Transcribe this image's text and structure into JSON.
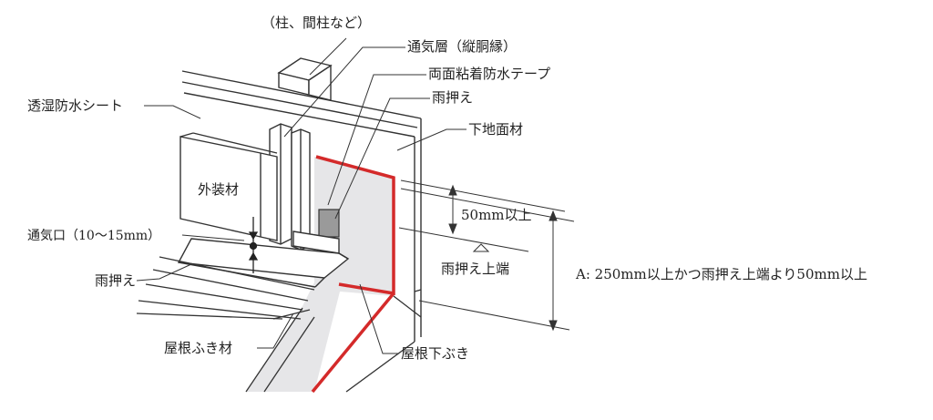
{
  "labels": {
    "column": "（柱、間柱など）",
    "vent_layer": "通気層（縦胴縁）",
    "double_tape": "両面粘着防水テープ",
    "flashing_top": "雨押え",
    "sheet": "透湿防水シート",
    "substrate": "下地面材",
    "cladding": "外装材",
    "vent_opening": "通気口（10～15mm）",
    "flashing_left": "雨押え",
    "roofing": "屋根ふき材",
    "underlay": "屋根下ぶき",
    "dim_50": "50mm以上",
    "flashing_edge": "雨押え上端",
    "dim_a": "A: 250mm以上かつ雨押え上端より50mm以上"
  },
  "colors": {
    "line": "#333333",
    "tape": "#d42a2a",
    "underlay_fill": "#e6e6e8",
    "tape_box": "#9a9a9a"
  }
}
